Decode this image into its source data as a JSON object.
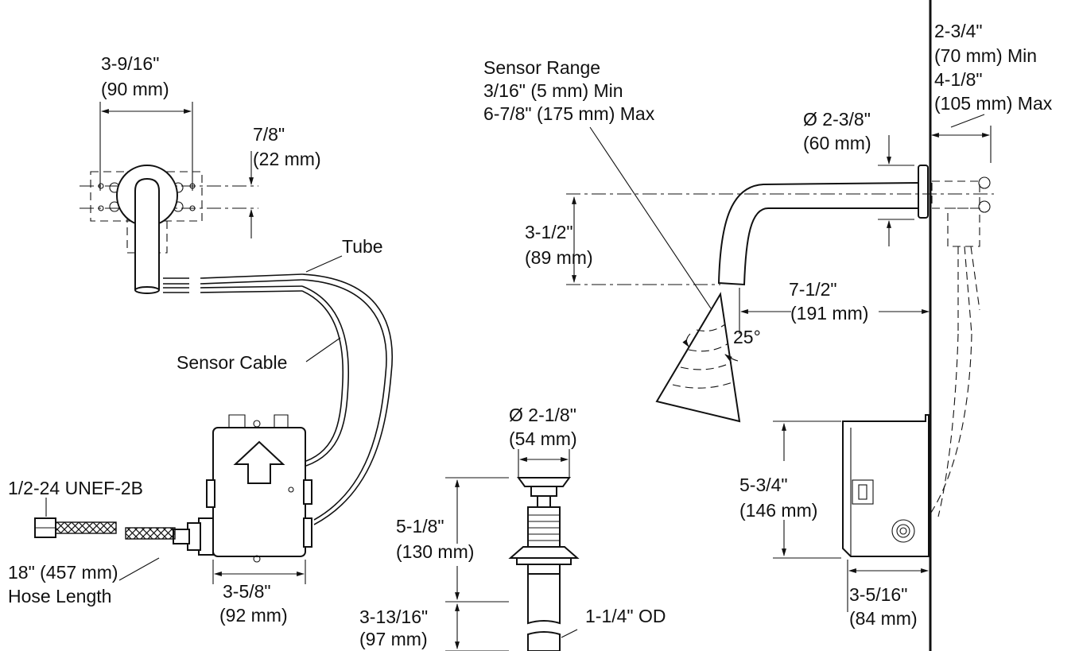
{
  "top_view": {
    "width_in": "3-9/16\"",
    "width_mm": "(90 mm)",
    "offset_in": "7/8\"",
    "offset_mm": "(22 mm)",
    "tube_label": "Tube",
    "cable_label": "Sensor Cable"
  },
  "control_box": {
    "thread_label": "1/2-24 UNEF-2B",
    "hose_label_1": "18\" (457 mm)",
    "hose_label_2": "Hose Length",
    "width_in": "3-5/8\"",
    "width_mm": "(92 mm)"
  },
  "side_view": {
    "sensor_title": "Sensor Range",
    "sensor_min": "3/16\" (5 mm) Min",
    "sensor_max": "6-7/8\" (175 mm) Max",
    "dia_in": "Ø 2-3/8\"",
    "dia_mm": "(60 mm)",
    "wall_min_in": "2-3/4\"",
    "wall_min_mm": "(70 mm) Min",
    "wall_max_in": "4-1/8\"",
    "wall_max_mm": "(105 mm) Max",
    "height_in": "3-1/2\"",
    "height_mm": "(89 mm)",
    "reach_in": "7-1/2\"",
    "reach_mm": "(191 mm)",
    "angle": "25°"
  },
  "drain": {
    "dia_in": "Ø 2-1/8\"",
    "dia_mm": "(54 mm)",
    "height_in": "5-1/8\"",
    "height_mm": "(130 mm)",
    "tail_in": "3-13/16\"",
    "tail_mm": "(97 mm)",
    "od_label": "1-1/4\" OD"
  },
  "wall_box": {
    "height_in": "5-3/4\"",
    "height_mm": "(146 mm)",
    "depth_in": "3-5/16\"",
    "depth_mm": "(84 mm)"
  }
}
